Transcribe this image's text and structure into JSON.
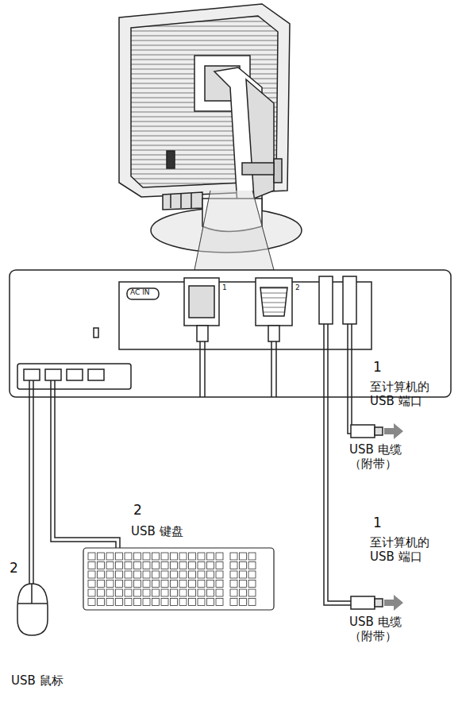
{
  "diagram": {
    "labels": [
      "AC IN",
      "1",
      "2",
      "1",
      "至计算机的 USB 端口",
      "USB 电缆 （附带）",
      "2",
      "USB 键盘",
      "1",
      "至计算机的 USB 端口",
      "USB 电缆 （附带）",
      "2",
      "USB 鼠标"
    ]
  }
}
